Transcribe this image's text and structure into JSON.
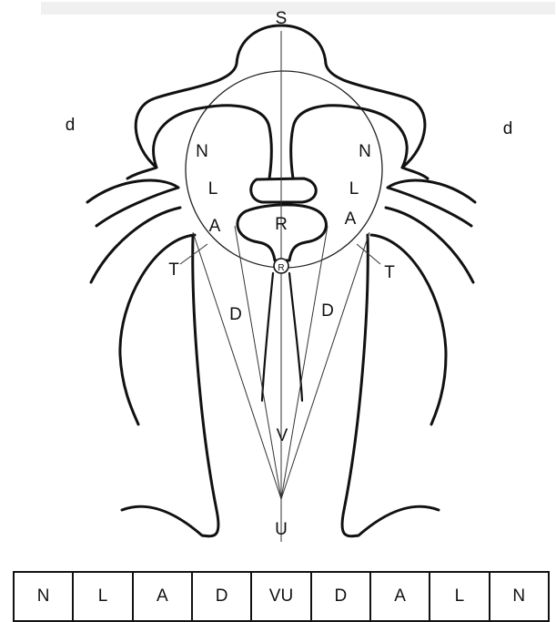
{
  "diagram": {
    "labels": {
      "top": "S",
      "left_side": "d",
      "right_side": "d",
      "left_n": "N",
      "left_l": "L",
      "left_a": "A",
      "left_t": "T",
      "left_d": "D",
      "right_n": "N",
      "right_l": "L",
      "right_a": "A",
      "right_t": "T",
      "right_d": "D",
      "center_r": "R",
      "center_circle": "R",
      "center_v": "V",
      "bottom_u": "U"
    }
  },
  "legend_strip": {
    "cells": [
      "N",
      "L",
      "A",
      "D",
      "VU",
      "D",
      "A",
      "L",
      "N"
    ]
  }
}
